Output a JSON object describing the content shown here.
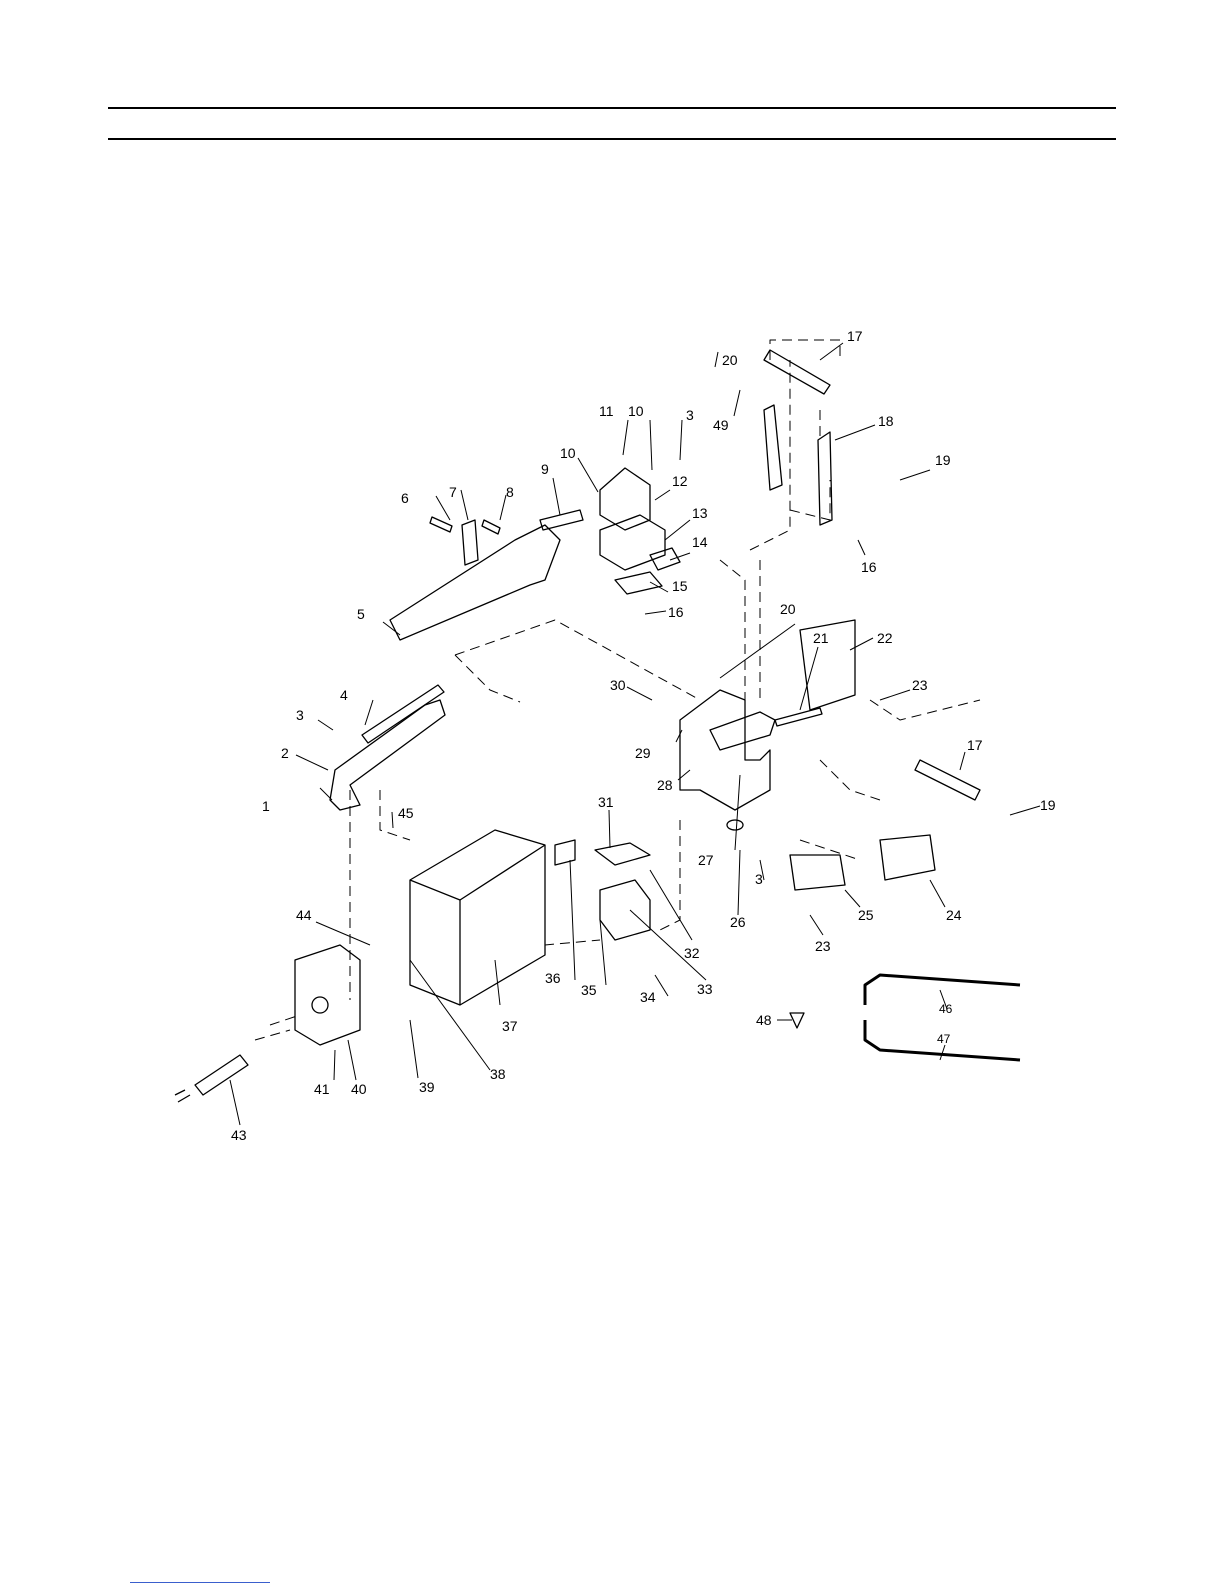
{
  "diagram": {
    "callouts": [
      "1",
      "2",
      "3",
      "4",
      "5",
      "6",
      "7",
      "8",
      "9",
      "10",
      "10",
      "11",
      "3",
      "12",
      "13",
      "14",
      "15",
      "16",
      "20",
      "49",
      "17",
      "18",
      "19",
      "16",
      "20",
      "21",
      "22",
      "23",
      "30",
      "29",
      "28",
      "27",
      "17",
      "19",
      "26",
      "3",
      "25",
      "24",
      "23",
      "31",
      "32",
      "33",
      "34",
      "35",
      "36",
      "37",
      "38",
      "39",
      "40",
      "41",
      "43",
      "44",
      "45",
      "46",
      "47",
      "48"
    ]
  }
}
